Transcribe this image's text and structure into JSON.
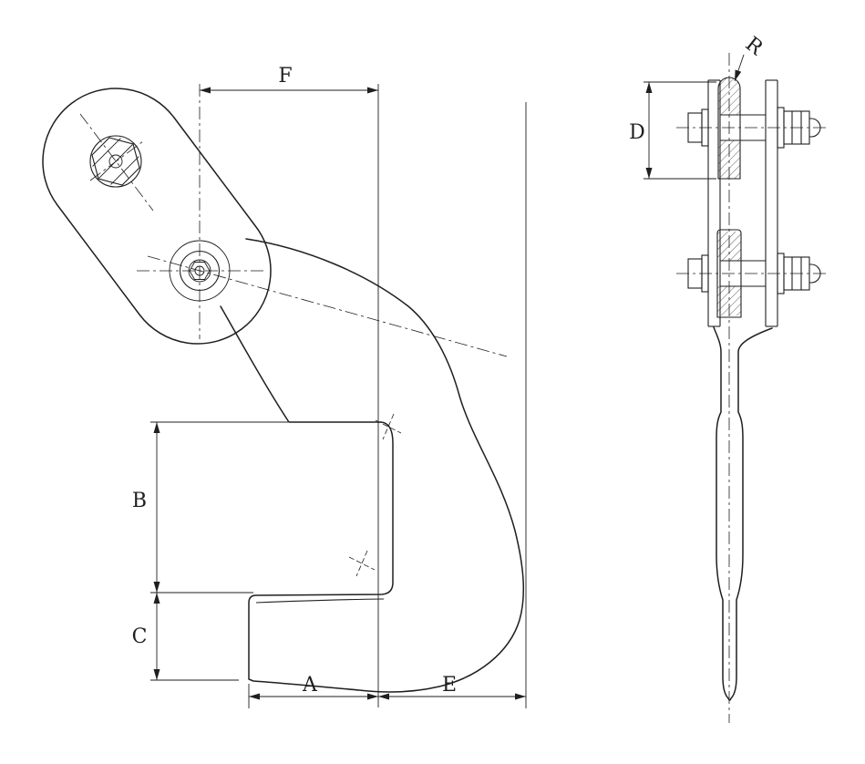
{
  "drawing": {
    "background_color": "#ffffff",
    "line_color": "#1f1f1f",
    "labels": {
      "F": "F",
      "B": "B",
      "C": "C",
      "A": "A",
      "E": "E",
      "D": "D",
      "R": "R"
    }
  }
}
